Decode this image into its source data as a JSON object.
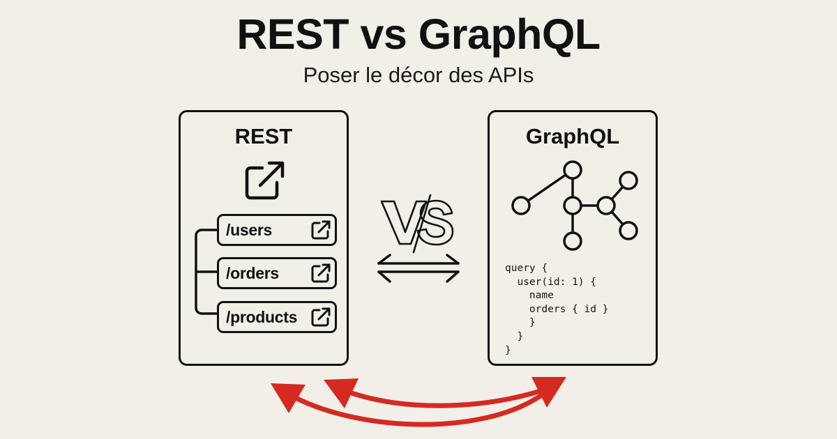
{
  "header": {
    "title": "REST vs GraphQL",
    "subtitle": "Poser le décor des APIs"
  },
  "rest_card": {
    "title": "REST",
    "main_icon": "external-link-icon",
    "endpoints": [
      {
        "label": "/users",
        "icon": "external-link-icon"
      },
      {
        "label": "/orders",
        "icon": "external-link-icon"
      },
      {
        "label": "/products",
        "icon": "external-link-icon"
      }
    ]
  },
  "versus": {
    "label": "VS",
    "icon": "bidirectional-arrows-icon"
  },
  "graphql_card": {
    "title": "GraphQL",
    "graph_icon": "node-graph-icon",
    "code_lines": [
      "query {",
      "  user(id: 1) {",
      "    name",
      "    orders { id }",
      "    }",
      "  }",
      "}"
    ]
  },
  "connector": {
    "icon": "curved-double-arrows-icon",
    "color": "#d42a22"
  },
  "colors": {
    "background": "#f2efe8",
    "ink": "#111111",
    "accent": "#d42a22"
  }
}
